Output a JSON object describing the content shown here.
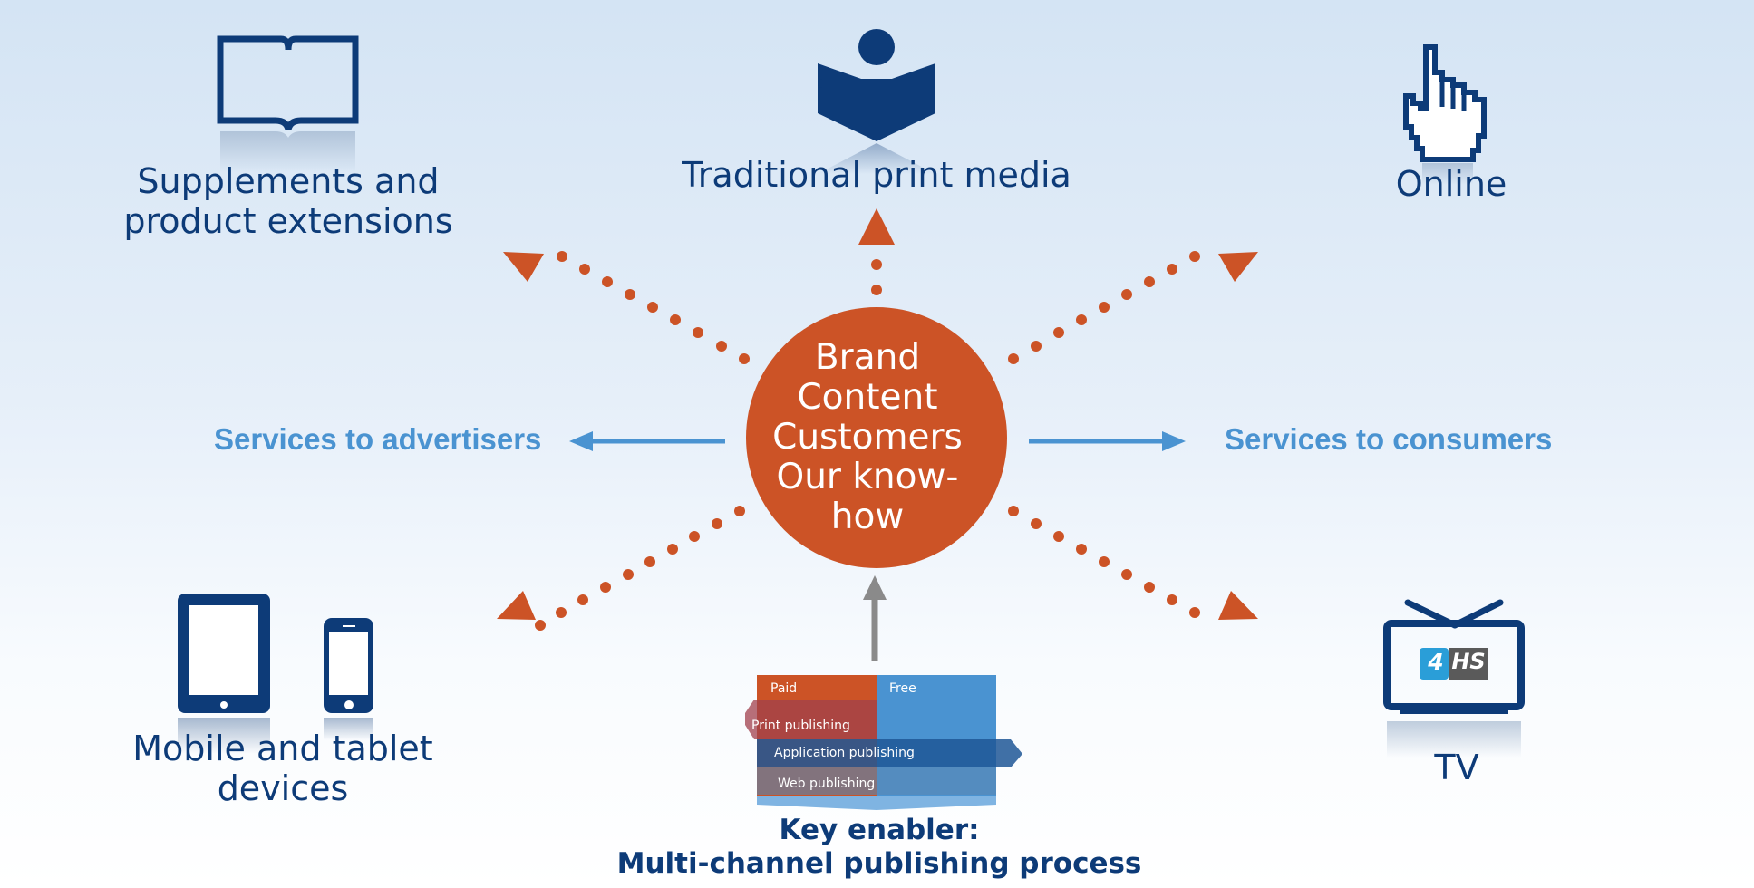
{
  "center": {
    "lines": [
      "Brand",
      "Content",
      "Customers",
      "Our know-",
      "how"
    ]
  },
  "channels": {
    "supplements": {
      "line1": "Supplements and",
      "line2": "product extensions",
      "icon": "open-book-icon"
    },
    "print": {
      "label": "Traditional print media",
      "icon": "person-reading-icon"
    },
    "online": {
      "label": "Online",
      "icon": "pointer-hand-icon"
    },
    "mobile": {
      "line1": "Mobile and tablet",
      "line2": "devices",
      "icon": "tablet-phone-icon"
    },
    "tv": {
      "label": "TV",
      "icon": "tv-icon",
      "screen_logo_a": "4",
      "screen_logo_b": "HS"
    }
  },
  "services": {
    "advertisers": "Services to advertisers",
    "consumers": "Services to consumers"
  },
  "publishing": {
    "paid": "Paid",
    "free": "Free",
    "print": "Print publishing",
    "application": "Application publishing",
    "web": "Web publishing"
  },
  "key_enabler": {
    "line1": "Key enabler:",
    "line2": "Multi-channel publishing process"
  },
  "colors": {
    "orange": "#cc5326",
    "navy": "#0d3b78",
    "light_blue": "#4a93d1",
    "grey_arrow": "#8a8a8a"
  }
}
